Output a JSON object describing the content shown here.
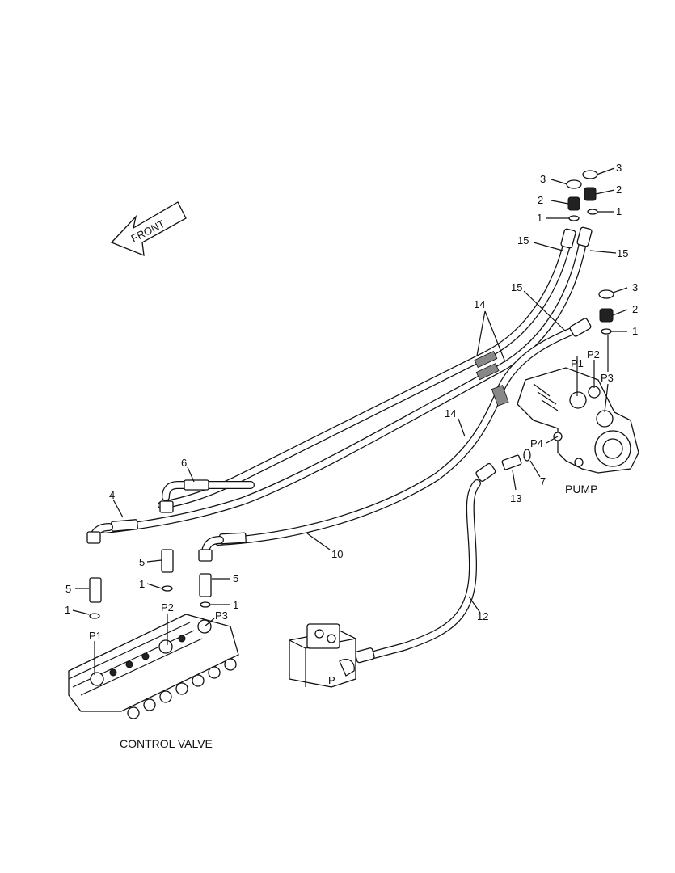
{
  "front_label": "FRONT",
  "captions": {
    "pump": "PUMP",
    "control_valve": "CONTROL VALVE"
  },
  "ports": {
    "pump_p1": "P1",
    "pump_p2": "P2",
    "pump_p3": "P3",
    "pump_p4": "P4",
    "cv_p1": "P1",
    "cv_p2": "P2",
    "cv_p3": "P3",
    "block_p": "P"
  },
  "callouts": {
    "c3a": "3",
    "c3b": "3",
    "c3c": "3",
    "c2a": "2",
    "c2b": "2",
    "c2c": "2",
    "c1a": "1",
    "c1b": "1",
    "c1c": "1",
    "c15a": "15",
    "c15b": "15",
    "c15c": "15",
    "c14a": "14",
    "c14b": "14",
    "c6": "6",
    "c4": "4",
    "c10": "10",
    "c12": "12",
    "c13": "13",
    "c7": "7",
    "c5a": "5",
    "c5b": "5",
    "c5c": "5",
    "c1d": "1",
    "c1e": "1",
    "c1f": "1"
  }
}
